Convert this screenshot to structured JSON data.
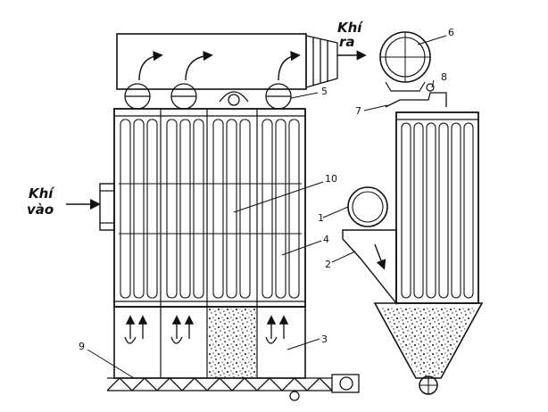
{
  "labels": {
    "gas_out_line1": "Khí",
    "gas_out_line2": "ra",
    "gas_in_line1": "Khí",
    "gas_in_line2": "vào",
    "n1": "1",
    "n2": "2",
    "n3": "3",
    "n4": "4",
    "n5": "5",
    "n6": "6",
    "n7": "7",
    "n8": "8",
    "n9": "9",
    "n10": "10"
  },
  "colors": {
    "ink": "#111111",
    "background": "#ffffff"
  }
}
